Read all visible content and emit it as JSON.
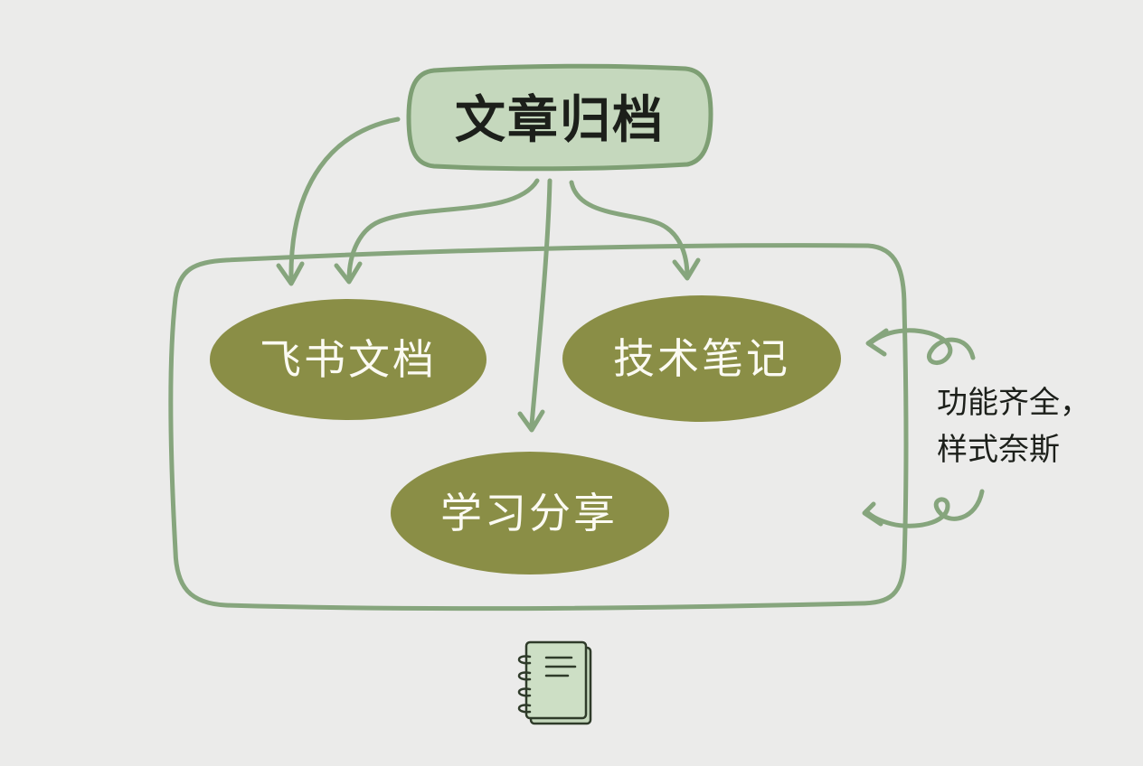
{
  "root": {
    "label": "文章归档"
  },
  "nodes": [
    {
      "id": "feishu",
      "label": "飞书文档"
    },
    {
      "id": "tech",
      "label": "技术笔记"
    },
    {
      "id": "learn",
      "label": "学习分享"
    }
  ],
  "edges": [
    {
      "from": "root",
      "to": "feishu"
    },
    {
      "from": "root",
      "to": "feishu"
    },
    {
      "from": "root",
      "to": "learn"
    },
    {
      "from": "root",
      "to": "tech"
    }
  ],
  "annotation": {
    "line1": "功能齐全，",
    "line2": "样式奈斯"
  },
  "icons": [
    "notebook-icon"
  ],
  "colors": {
    "background": "#ebebea",
    "stroke": "#86a57d",
    "root_fill": "#c5d8bd",
    "root_stroke": "#7e9f74",
    "node_fill": "#8a8e46",
    "node_text": "#fbfaf2",
    "text": "#1c1f1a"
  }
}
